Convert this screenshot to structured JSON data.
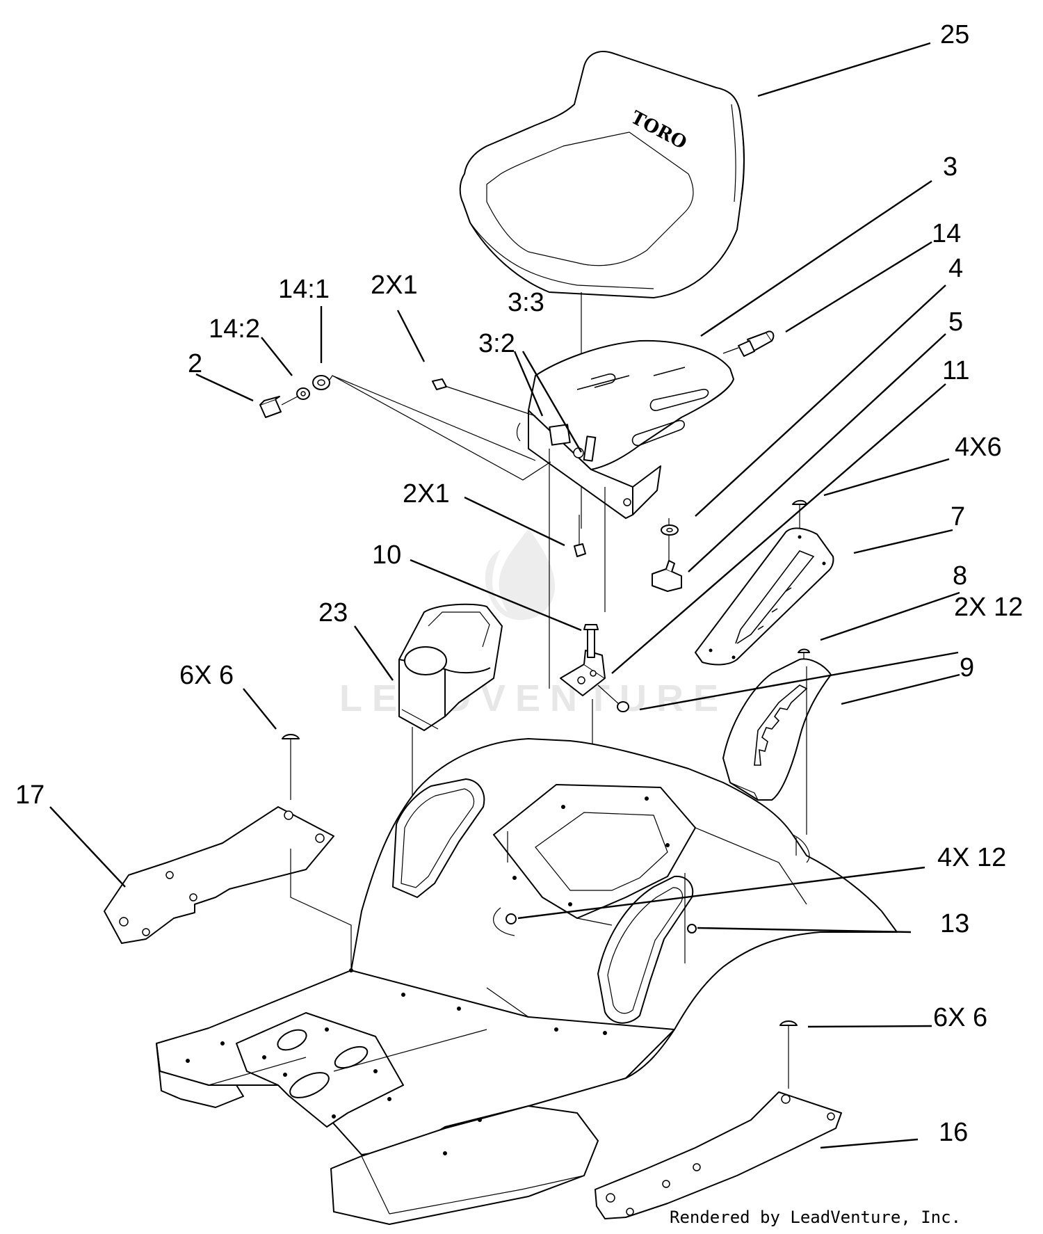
{
  "watermark": "LEADVENTURE",
  "credit": "Rendered by LeadVenture, Inc.",
  "seat_logo": "TORO",
  "labels": {
    "l25": "25",
    "l3": "3",
    "l14": "14",
    "l4": "4",
    "l5": "5",
    "l11": "11",
    "l4x6": "4X6",
    "l7": "7",
    "l8": "8",
    "l2x12": "2X 12",
    "l9": "9",
    "l2x1a": "2X1",
    "l2x1b": "2X1",
    "l33": "3:3",
    "l32": "3:2",
    "l141": "14:1",
    "l142": "14:2",
    "l2": "2",
    "l10": "10",
    "l23": "23",
    "l6x6a": "6X 6",
    "l17": "17",
    "l4x12": "4X 12",
    "l13": "13",
    "l6x6b": "6X 6",
    "l16": "16"
  }
}
